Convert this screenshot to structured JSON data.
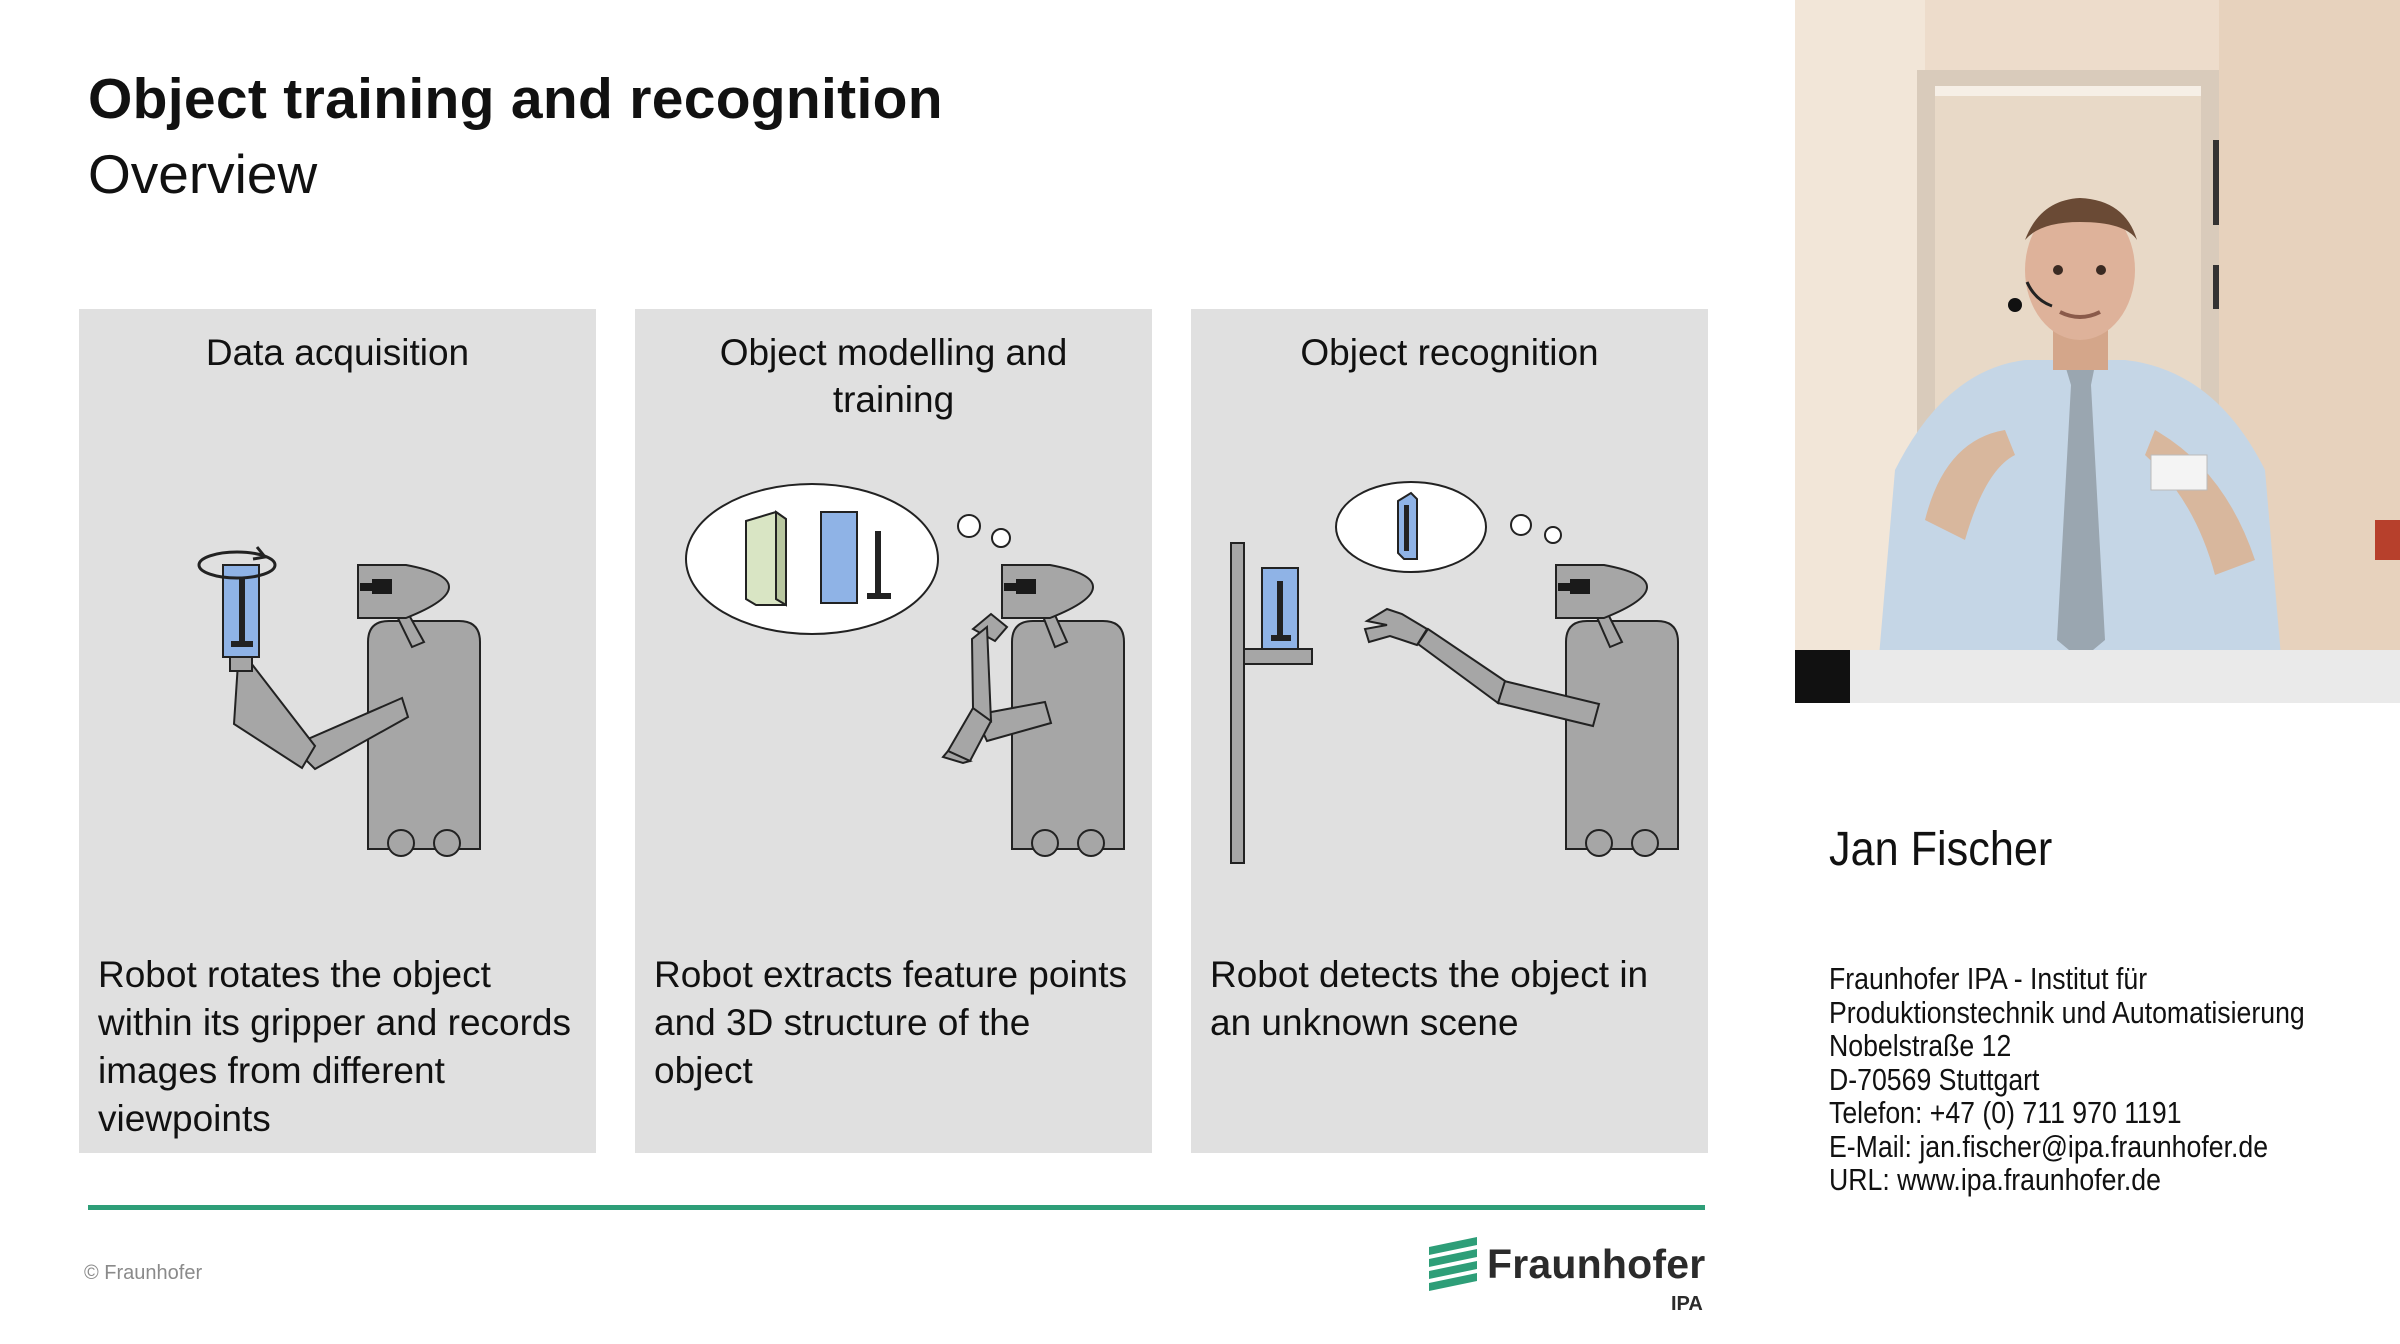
{
  "slide": {
    "title": "Object training and recognition",
    "subtitle": "Overview",
    "panels": [
      {
        "heading": "Data acquisition",
        "description": "Robot rotates the object within its gripper and records images from different viewpoints"
      },
      {
        "heading": "Object modelling and training",
        "description": "Robot extracts feature points and 3D structure of the object"
      },
      {
        "heading": "Object recognition",
        "description": "Robot detects the object in an unknown scene"
      }
    ],
    "copyright": "© Fraunhofer",
    "logo": {
      "name": "Fraunhofer",
      "unit": "IPA"
    }
  },
  "speaker": {
    "name": "Jan Fischer",
    "contact": {
      "line1": "Fraunhofer IPA - Institut für",
      "line2": "Produktionstechnik und Automatisierung",
      "line3": "Nobelstraße 12",
      "line4": "D-70569 Stuttgart",
      "phone": "Telefon: +47 (0) 711 970 1191",
      "email": "E-Mail: jan.fischer@ipa.fraunhofer.de",
      "url": "URL: www.ipa.fraunhofer.de"
    }
  },
  "colors": {
    "panel_bg": "#e0e0e0",
    "robot_gray": "#a6a6a6",
    "object_blue": "#8fb3e6",
    "object_green": "#d9e5c4",
    "accent_green": "#2e9e78"
  }
}
